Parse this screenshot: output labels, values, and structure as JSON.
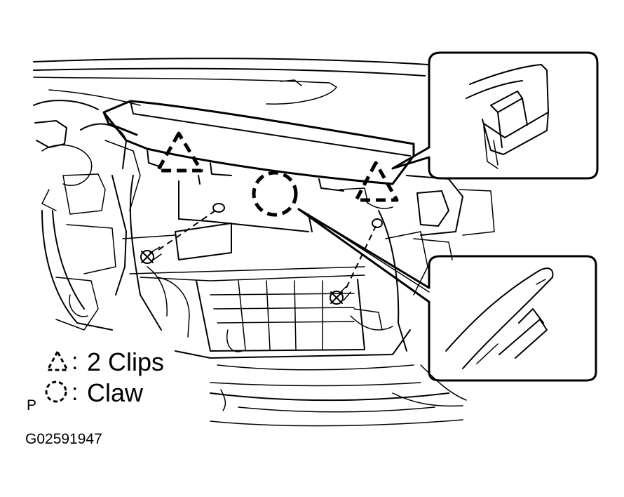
{
  "diagram": {
    "legend": {
      "clips": {
        "text": "2 Clips",
        "symbol": "dashed-triangle-icon"
      },
      "claw": {
        "text": "Claw",
        "symbol": "dashed-circle-icon"
      }
    },
    "view_marker": "P",
    "figure_id": "G02591947"
  }
}
